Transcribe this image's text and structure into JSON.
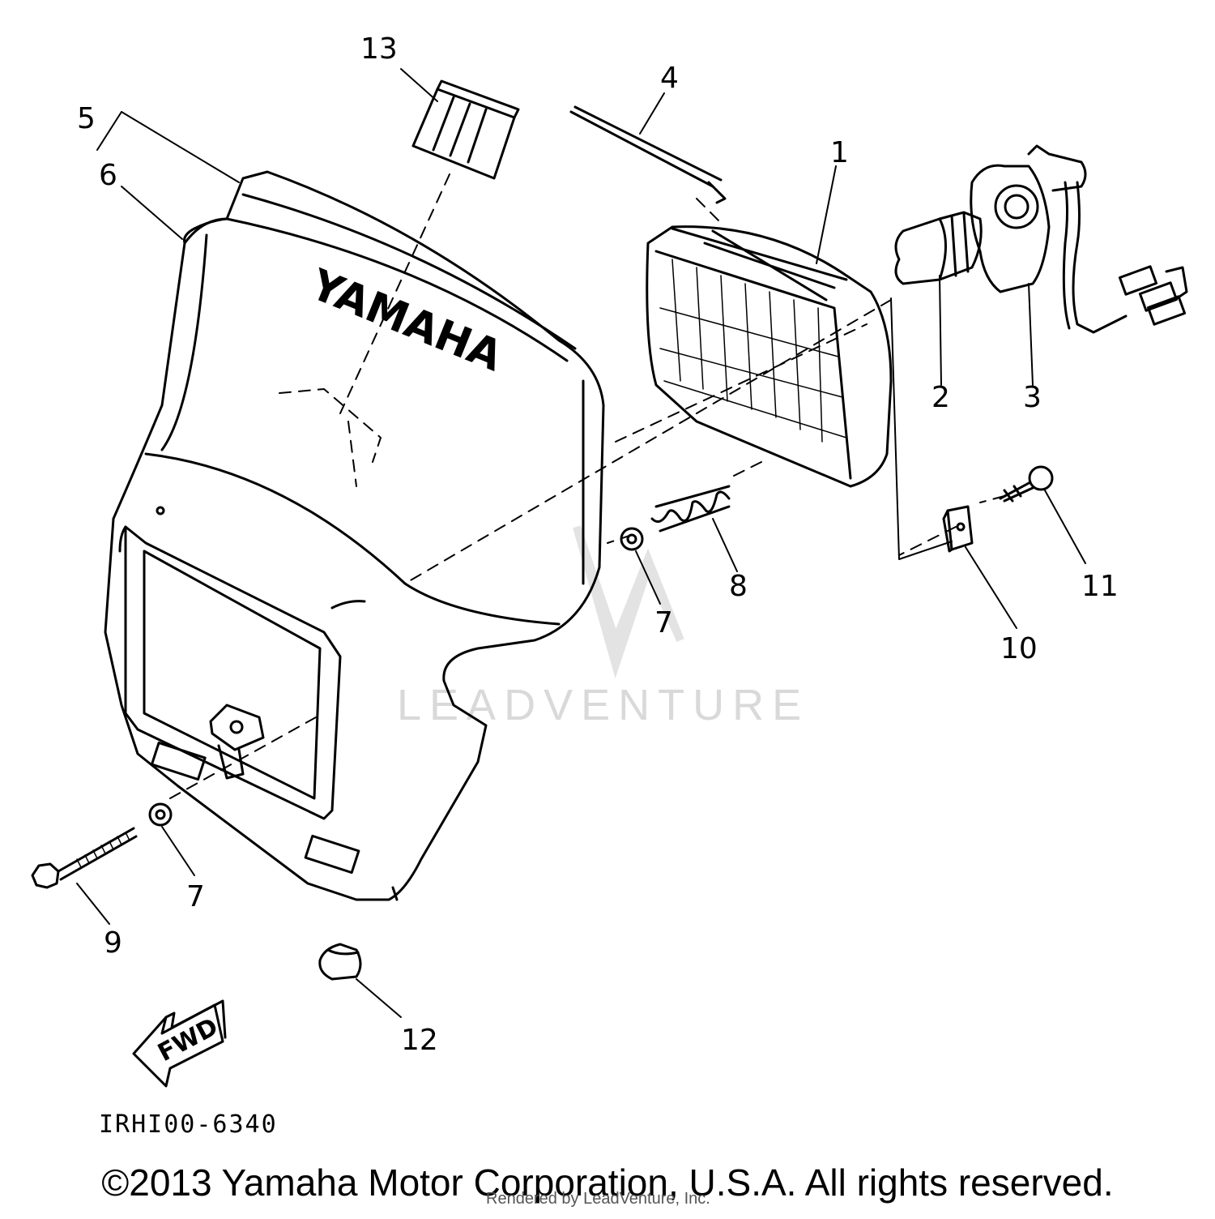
{
  "diagram": {
    "callouts": {
      "p1": "1",
      "p2": "2",
      "p3": "3",
      "p4": "4",
      "p5": "5",
      "p6": "6",
      "p7a": "7",
      "p7b": "7",
      "p8": "8",
      "p9": "9",
      "p10": "10",
      "p11": "11",
      "p12": "12",
      "p13": "13"
    },
    "brand_on_cowl": "YAMAHA",
    "direction_arrow": "FWD",
    "reference_code": "IRHI00-6340"
  },
  "watermark": {
    "text": "LEADVENTURE"
  },
  "footer": {
    "copyright": "©2013 Yamaha Motor Corporation, U.S.A. All rights reserved.",
    "rendered_by": "Rendered by LeadVenture, Inc."
  },
  "colors": {
    "line": "#000000",
    "watermark": "#d9d9d9",
    "background": "#ffffff"
  }
}
